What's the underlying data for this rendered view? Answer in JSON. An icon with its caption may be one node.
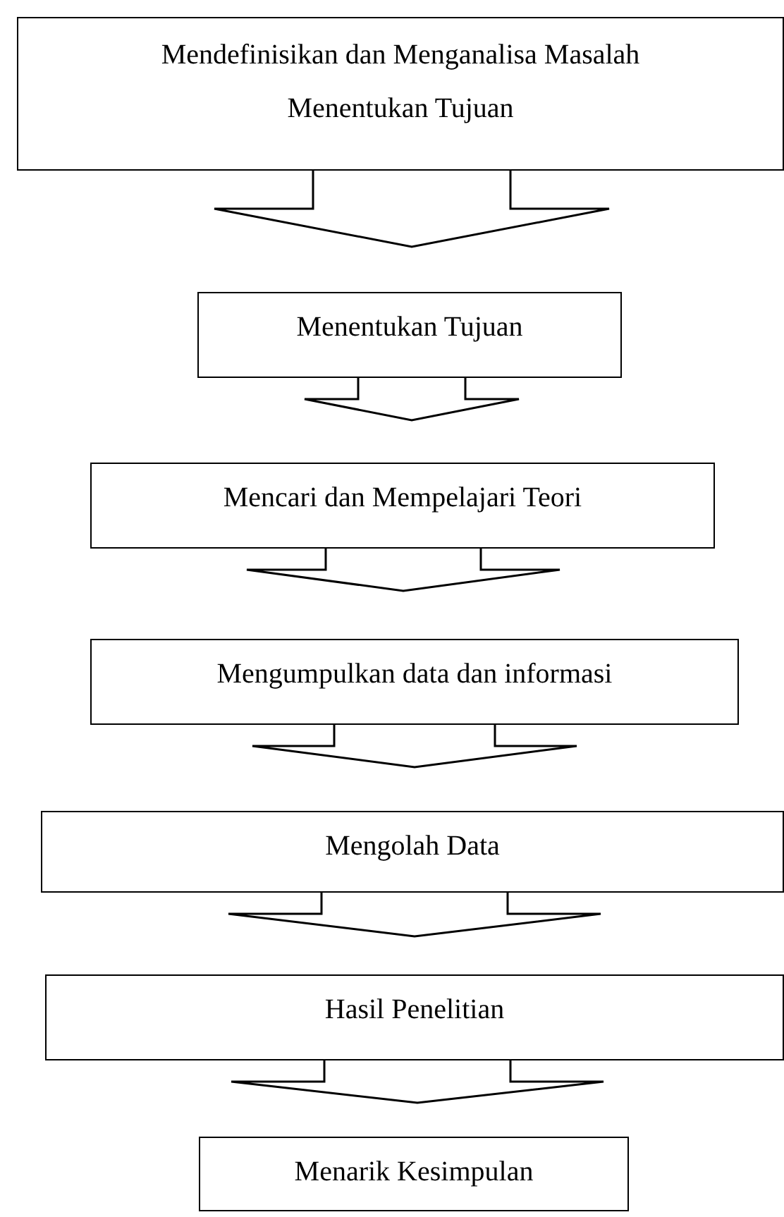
{
  "diagram": {
    "nodes": [
      {
        "text": [
          "Mendefinisikan dan Menganalisa Masalah",
          "Menentukan Tujuan"
        ]
      },
      {
        "text": [
          "Menentukan Tujuan"
        ]
      },
      {
        "text": [
          "Mencari dan Mempelajari Teori"
        ]
      },
      {
        "text": [
          "Mengumpulkan data dan informasi"
        ]
      },
      {
        "text": [
          "Mengolah Data"
        ]
      },
      {
        "text": [
          "Hasil Penelitian"
        ]
      },
      {
        "text": [
          "Menarik Kesimpulan"
        ]
      }
    ],
    "edges": [
      {
        "from": 0,
        "to": 1,
        "arrow": "to"
      },
      {
        "from": 1,
        "to": 2,
        "arrow": "to"
      },
      {
        "from": 2,
        "to": 3,
        "arrow": "to"
      },
      {
        "from": 3,
        "to": 4,
        "arrow": "to"
      },
      {
        "from": 4,
        "to": 5,
        "arrow": "to"
      },
      {
        "from": 5,
        "to": 6,
        "arrow": "to"
      }
    ]
  }
}
